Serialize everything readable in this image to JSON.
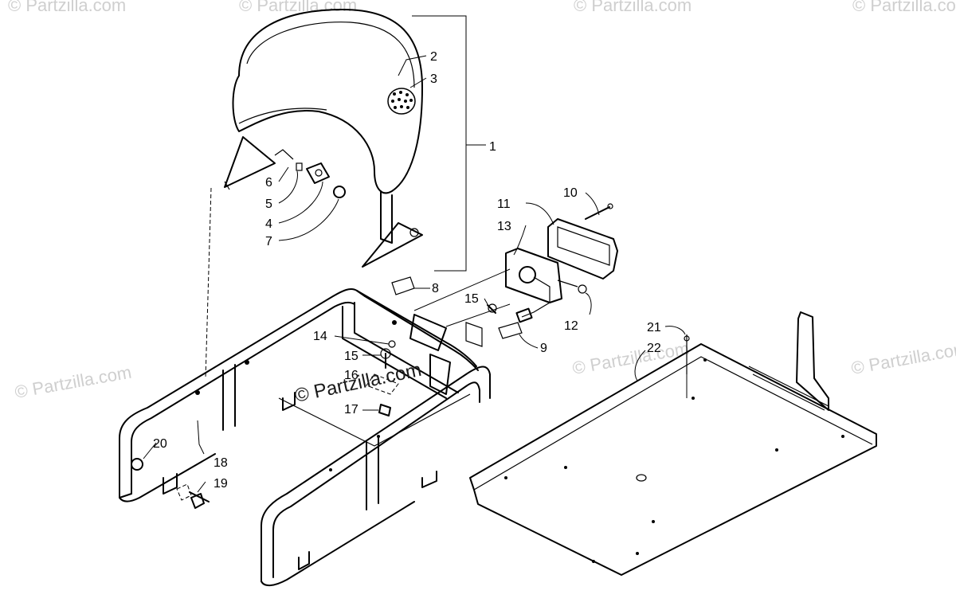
{
  "watermarks": {
    "brand": "© Partzilla.com",
    "center": "© Partzilla.com"
  },
  "callouts": [
    {
      "id": "1",
      "label": "1"
    },
    {
      "id": "2",
      "label": "2"
    },
    {
      "id": "3",
      "label": "3"
    },
    {
      "id": "4",
      "label": "4"
    },
    {
      "id": "5",
      "label": "5"
    },
    {
      "id": "6",
      "label": "6"
    },
    {
      "id": "7",
      "label": "7"
    },
    {
      "id": "8",
      "label": "8"
    },
    {
      "id": "9",
      "label": "9"
    },
    {
      "id": "10",
      "label": "10"
    },
    {
      "id": "11",
      "label": "11"
    },
    {
      "id": "12",
      "label": "12"
    },
    {
      "id": "13",
      "label": "13"
    },
    {
      "id": "14",
      "label": "14"
    },
    {
      "id": "15a",
      "label": "15"
    },
    {
      "id": "15b",
      "label": "15"
    },
    {
      "id": "16",
      "label": "16"
    },
    {
      "id": "17",
      "label": "17"
    },
    {
      "id": "18",
      "label": "18"
    },
    {
      "id": "19",
      "label": "19"
    },
    {
      "id": "20",
      "label": "20"
    },
    {
      "id": "21",
      "label": "21"
    },
    {
      "id": "22",
      "label": "22"
    }
  ],
  "colors": {
    "line": "#000000",
    "background": "#ffffff",
    "watermark": "#cfcfcf"
  }
}
